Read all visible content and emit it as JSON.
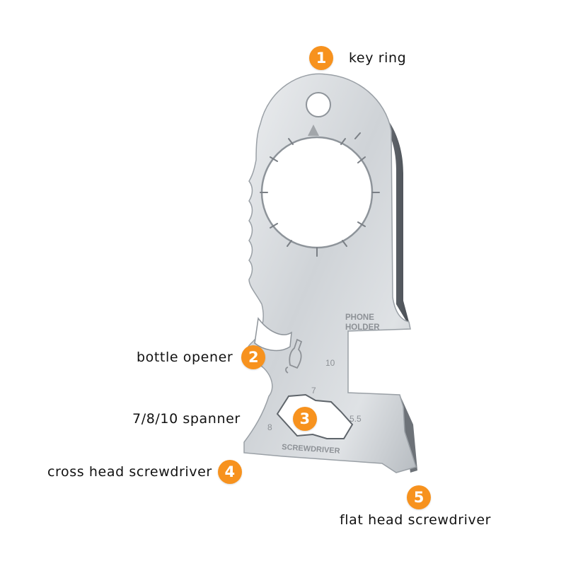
{
  "accent_color": "#f7921e",
  "callouts": [
    {
      "number": "1",
      "label": "key ring"
    },
    {
      "number": "2",
      "label": "bottle opener"
    },
    {
      "number": "3",
      "label": "7/8/10 spanner"
    },
    {
      "number": "4",
      "label": "cross head screwdriver"
    },
    {
      "number": "5",
      "label": "flat head screwdriver"
    }
  ],
  "tool_engravings": {
    "phone_holder_line1": "PHONE",
    "phone_holder_line2": "HOLDER",
    "size_10": "10",
    "size_7": "7",
    "size_8": "8",
    "size_5_5": "5.5",
    "screwdriver": "SCREWDRIVER"
  },
  "icons": [
    "bottle-icon",
    "compass-dial-icon"
  ]
}
